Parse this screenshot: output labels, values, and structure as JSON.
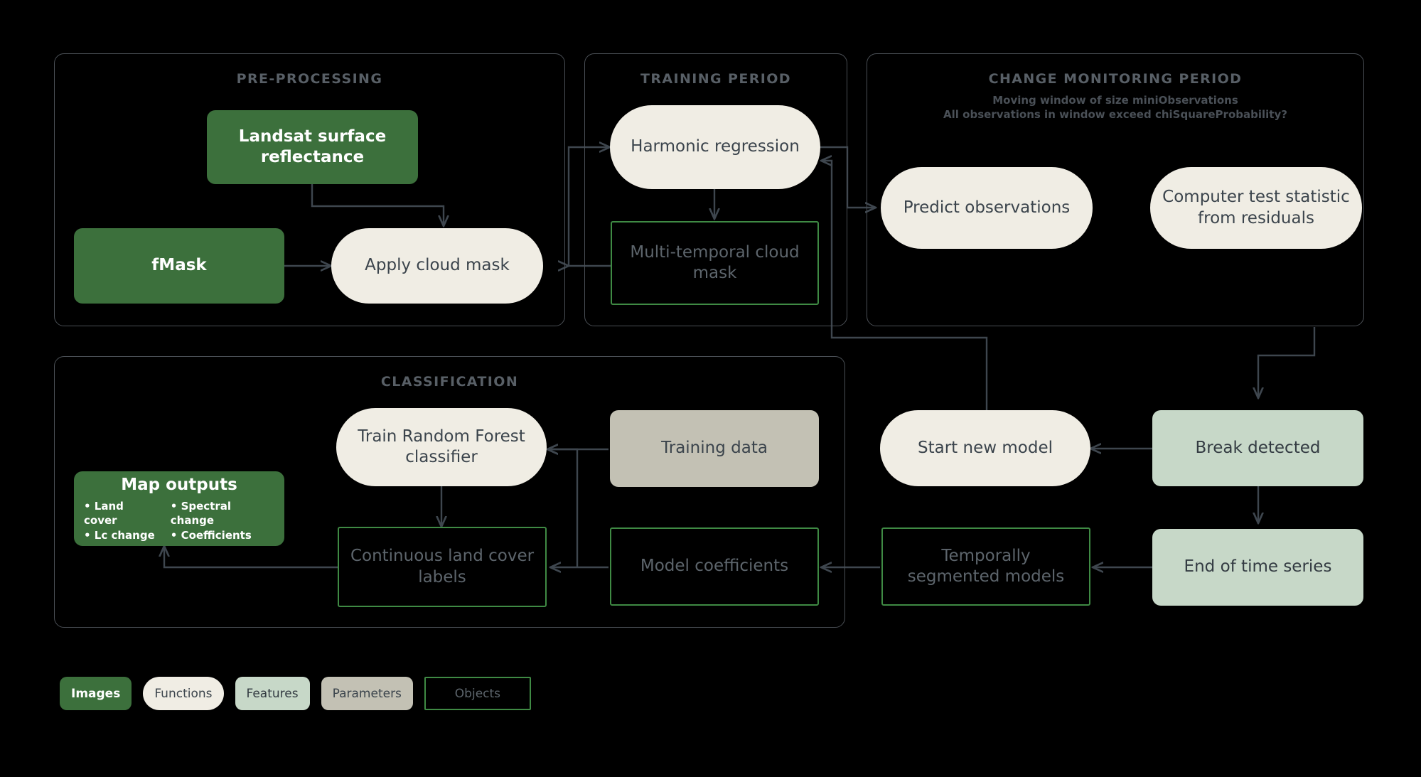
{
  "diagram": {
    "title": "CCDC workflow diagram",
    "colors": {
      "background": "#000000",
      "images": "#3C703C",
      "functions": "#F0EDE4",
      "features": "#C7D8C8",
      "parameters": "#C3C1B4",
      "objects_border": "#3F8A44",
      "panel_border": "#4A4F55",
      "connector": "#3E464E",
      "panel_title_text": "#585F66"
    }
  },
  "panels": [
    {
      "id": "preprocessing",
      "title": "PRE-PROCESSING"
    },
    {
      "id": "training",
      "title": "TRAINING PERIOD"
    },
    {
      "id": "monitoring",
      "title": "CHANGE MONITORING PERIOD",
      "subtitle": "Moving window of size miniObservations\nAll observations in window exceed chiSquareProbability?"
    },
    {
      "id": "classification",
      "title": "CLASSIFICATION"
    }
  ],
  "nodes": {
    "landsat": {
      "label": "Landsat surface reflectance",
      "type": "Images"
    },
    "fmask": {
      "label": "fMask",
      "type": "Images"
    },
    "apply_cloud": {
      "label": "Apply cloud mask",
      "type": "Functions"
    },
    "harmonic": {
      "label": "Harmonic regression",
      "type": "Functions"
    },
    "multitemporal": {
      "label": "Multi-temporal cloud mask",
      "type": "Objects"
    },
    "predict": {
      "label": "Predict observations",
      "type": "Functions"
    },
    "test_stat": {
      "label": "Computer test statistic from residuals",
      "type": "Functions"
    },
    "break_detected": {
      "label": "Break detected",
      "type": "Features"
    },
    "end_series": {
      "label": "End of time series",
      "type": "Features"
    },
    "start_new": {
      "label": "Start new model",
      "type": "Functions"
    },
    "temporal_models": {
      "label": "Temporally segmented models",
      "type": "Objects"
    },
    "model_coeffs": {
      "label": "Model coefficients",
      "type": "Objects"
    },
    "training_data": {
      "label": "Training data",
      "type": "Parameters"
    },
    "train_rf": {
      "label": "Train Random Forest classifier",
      "type": "Functions"
    },
    "cont_labels": {
      "label": "Continuous land cover labels",
      "type": "Objects"
    },
    "map_outputs": {
      "type": "Images",
      "title": "Map outputs",
      "col1": [
        "• Land cover",
        "• Lc change"
      ],
      "col2": [
        "• Spectral change",
        "• Coefficients"
      ]
    }
  },
  "legend": [
    {
      "label": "Images",
      "type": "Images"
    },
    {
      "label": "Functions",
      "type": "Functions"
    },
    {
      "label": "Features",
      "type": "Features"
    },
    {
      "label": "Parameters",
      "type": "Parameters"
    },
    {
      "label": "Objects",
      "type": "Objects"
    }
  ]
}
